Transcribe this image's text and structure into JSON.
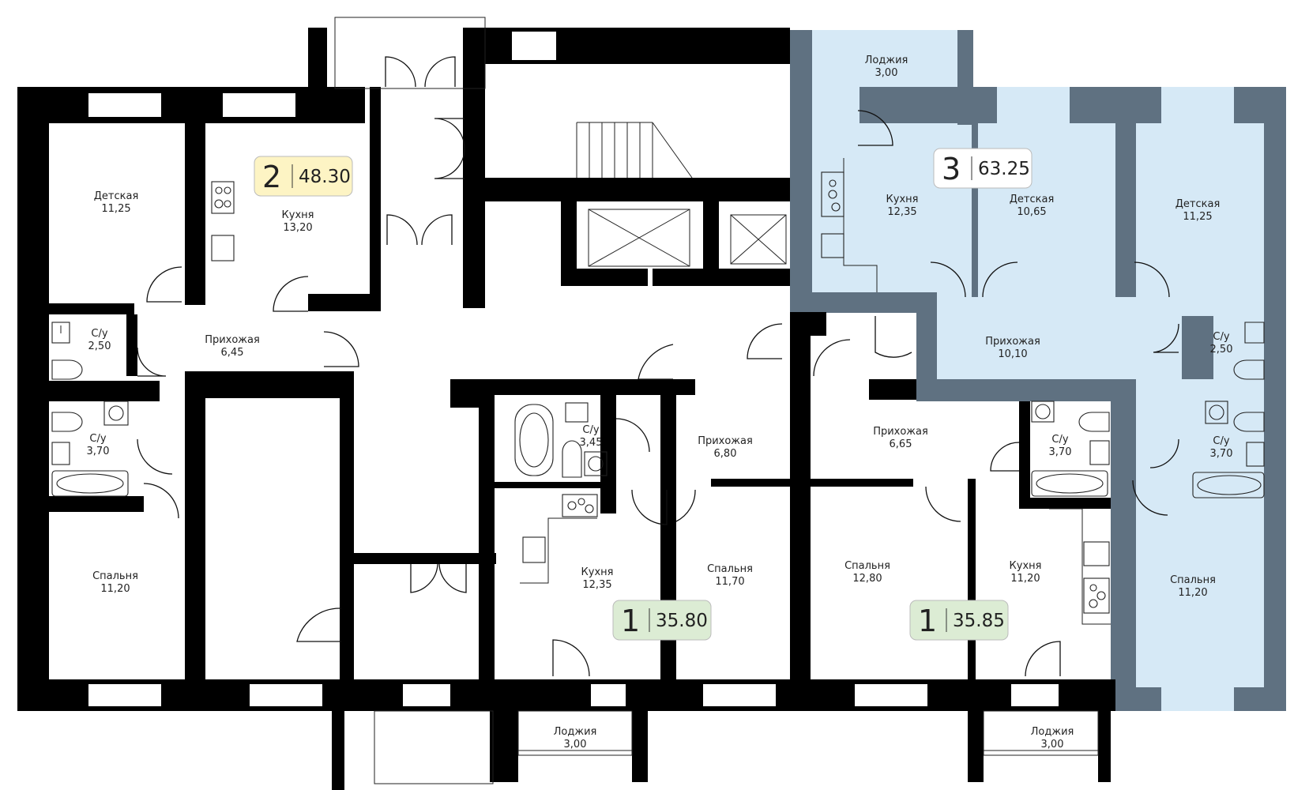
{
  "colors": {
    "wall": "#000000",
    "highlight_wall": "#5f7181",
    "highlight_fill": "#d6e9f6",
    "badge_yellow": "#fdf4c4",
    "badge_white": "#ffffff",
    "badge_green": "#dcecd4"
  },
  "apartments": [
    {
      "id": "apt-2",
      "rooms": "2",
      "area": "48.30",
      "color": "#fdf4c4"
    },
    {
      "id": "apt-3",
      "rooms": "3",
      "area": "63.25",
      "color": "#ffffff",
      "highlighted": true
    },
    {
      "id": "apt-1a",
      "rooms": "1",
      "area": "35.80",
      "color": "#dcecd4"
    },
    {
      "id": "apt-1b",
      "rooms": "1",
      "area": "35.85",
      "color": "#dcecd4"
    }
  ],
  "rooms": [
    {
      "id": "r1",
      "name": "Детская",
      "area": "11,25"
    },
    {
      "id": "r2",
      "name": "Кухня",
      "area": "13,20"
    },
    {
      "id": "r3",
      "name": "С/у",
      "area": "2,50"
    },
    {
      "id": "r4",
      "name": "Прихожая",
      "area": "6,45"
    },
    {
      "id": "r5",
      "name": "С/у",
      "area": "3,70"
    },
    {
      "id": "r6",
      "name": "Спальня",
      "area": "11,20"
    },
    {
      "id": "r7",
      "name": "Лоджия",
      "area": "3,00"
    },
    {
      "id": "r8",
      "name": "Кухня",
      "area": "12,35"
    },
    {
      "id": "r9",
      "name": "Детская",
      "area": "10,65"
    },
    {
      "id": "r10",
      "name": "Детская",
      "area": "11,25"
    },
    {
      "id": "r11",
      "name": "Прихожая",
      "area": "10,10"
    },
    {
      "id": "r12",
      "name": "С/у",
      "area": "2,50"
    },
    {
      "id": "r13",
      "name": "С/у",
      "area": "3,70"
    },
    {
      "id": "r14",
      "name": "Спальня",
      "area": "11,20"
    },
    {
      "id": "r15",
      "name": "С/у",
      "area": "3,45"
    },
    {
      "id": "r16",
      "name": "Прихожая",
      "area": "6,80"
    },
    {
      "id": "r17",
      "name": "Кухня",
      "area": "12,35"
    },
    {
      "id": "r18",
      "name": "Спальня",
      "area": "11,70"
    },
    {
      "id": "r19",
      "name": "Прихожая",
      "area": "6,65"
    },
    {
      "id": "r20",
      "name": "С/у",
      "area": "3,70"
    },
    {
      "id": "r21",
      "name": "Спальня",
      "area": "12,80"
    },
    {
      "id": "r22",
      "name": "Кухня",
      "area": "11,20"
    },
    {
      "id": "r23",
      "name": "Лоджия",
      "area": "3,00"
    },
    {
      "id": "r24",
      "name": "Лоджия",
      "area": "3,00"
    }
  ]
}
